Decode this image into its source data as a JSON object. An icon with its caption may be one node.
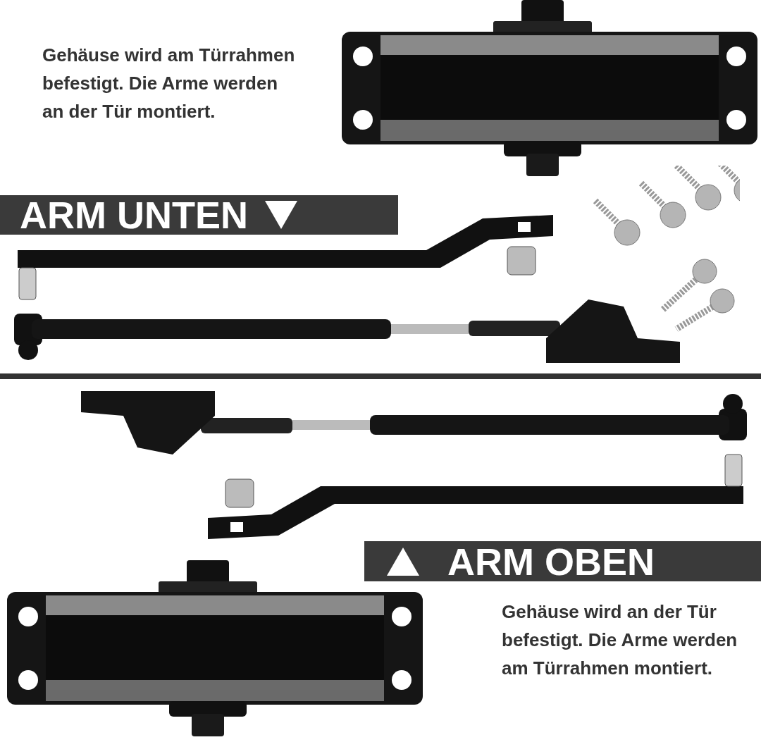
{
  "diagram": {
    "labels": [
      "Gehäuse wird am Türrahmen befestigt. Die Arme werden an der Tür montiert.",
      "ARM UNTEN",
      "ARM OBEN",
      "Gehäuse wird an der Tür befestigt. Die Arme werden am Türrahmen montiert."
    ]
  }
}
